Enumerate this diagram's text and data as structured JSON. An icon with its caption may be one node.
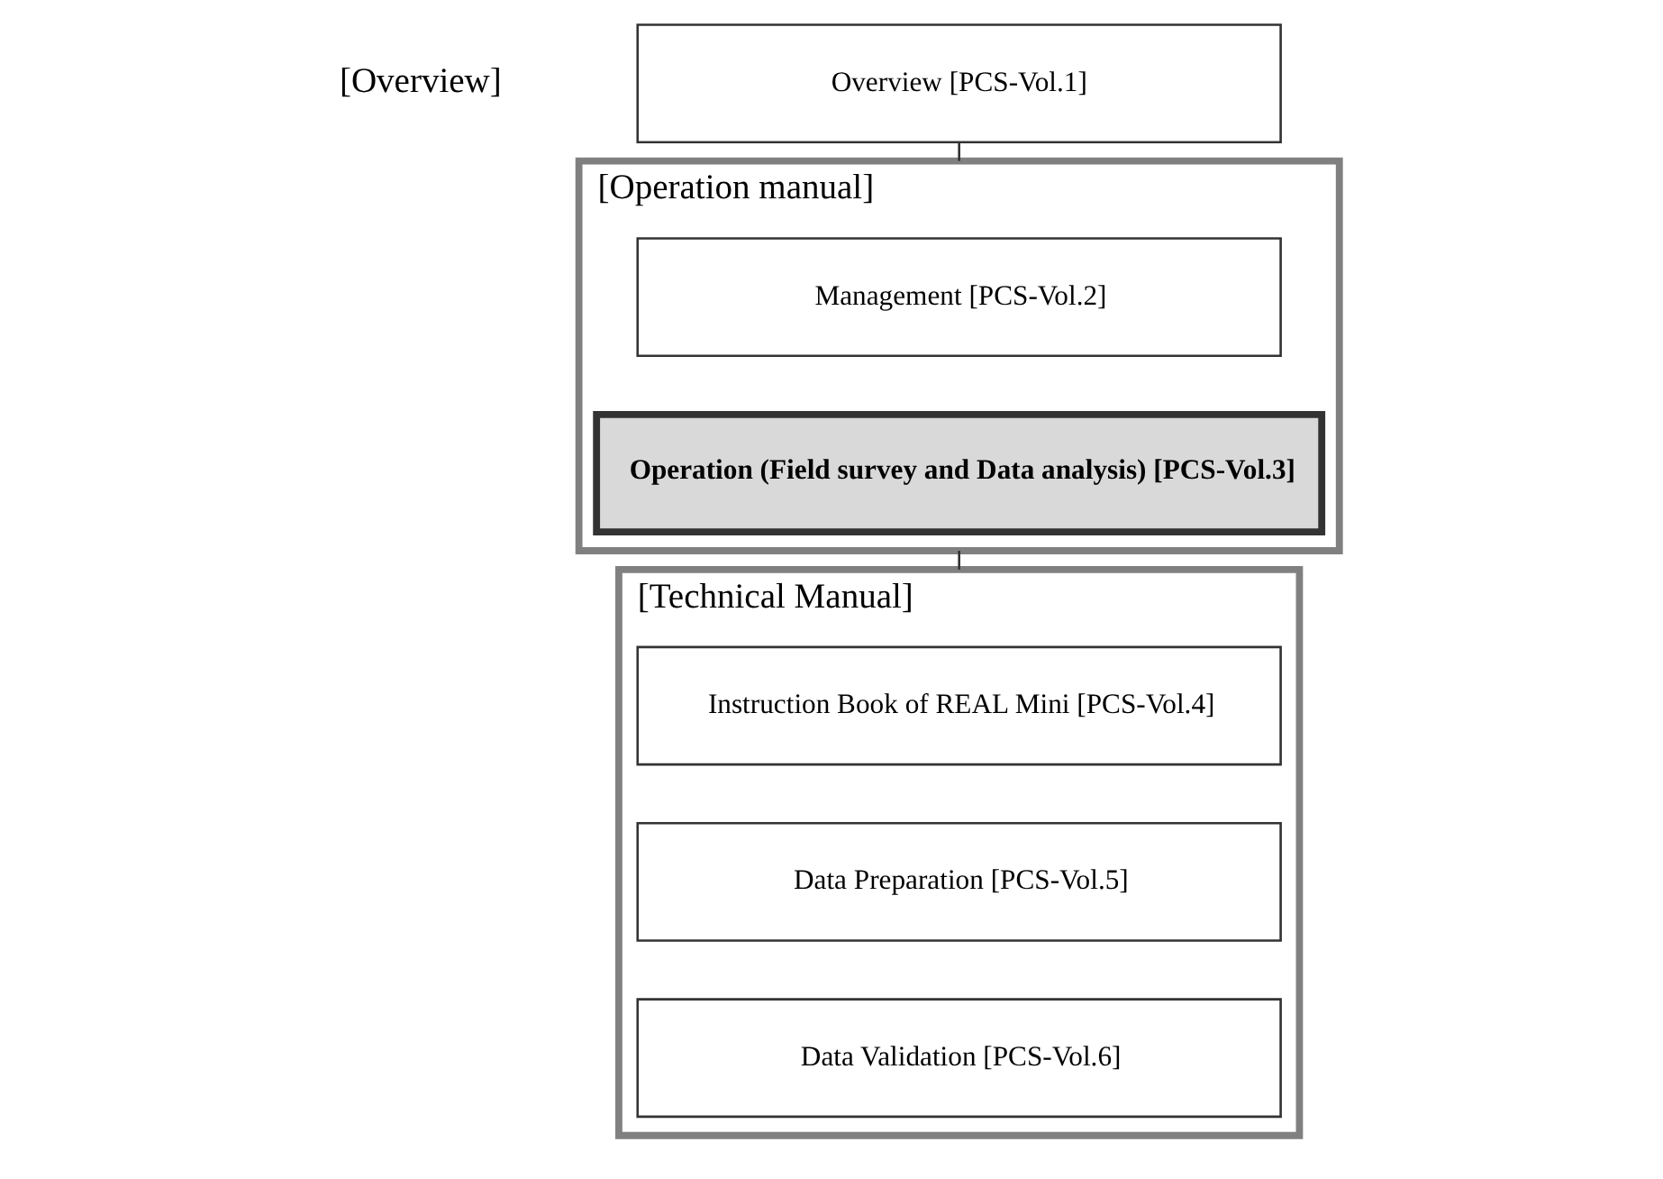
{
  "diagram": {
    "nodes": [
      {
        "text": [
          "Overview [PCS-Vol.1]"
        ]
      },
      {
        "text": [
          "[Operation manual]"
        ]
      },
      {
        "text": [
          "Management [PCS-Vol.2]"
        ],
        "in": 1
      },
      {
        "text": [
          "Operation (Field survey and Data analysis) [PCS-Vol.3]"
        ],
        "in": 1
      },
      {
        "text": [
          "[Technical Manual]"
        ]
      },
      {
        "text": [
          "Instruction Book of REAL Mini [PCS-Vol.4]"
        ],
        "in": 4
      },
      {
        "text": [
          "Data Preparation [PCS-Vol.5]"
        ],
        "in": 4
      },
      {
        "text": [
          "Data Validation [PCS-Vol.6]"
        ],
        "in": 4
      }
    ],
    "edges": [
      {
        "from": 0,
        "to": 1,
        "arrow": "none"
      },
      {
        "from": 1,
        "to": 4,
        "arrow": "none"
      }
    ],
    "labels": [
      "[Overview]"
    ]
  }
}
